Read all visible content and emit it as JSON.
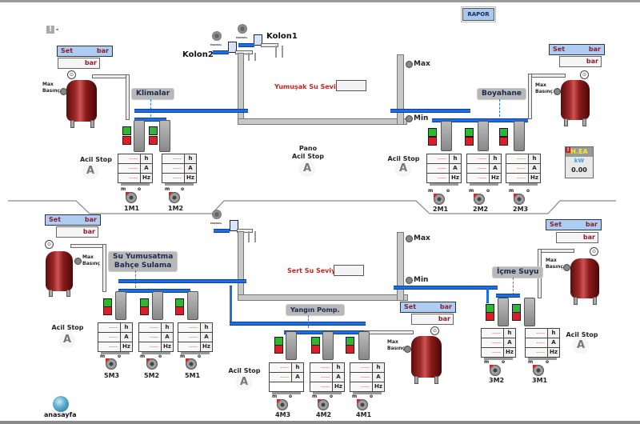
{
  "header": {
    "rapor_label": "RAPOR",
    "warning_icon": "warning-icon",
    "warning_text": "-"
  },
  "top_section": {
    "kolon1": "Kolon1",
    "kolon2": "Kolon2",
    "manual_label": "MANUAL",
    "soft_tank": {
      "level_label": "Yumuşak Su Seviye",
      "level_value": "",
      "max": "Max",
      "min": "Min"
    },
    "pano_acil_stop": {
      "line1": "Pano",
      "line2": "Acil Stop",
      "button": "A"
    },
    "left_group": {
      "name": "Klimalar",
      "set_label": "Set",
      "set_unit": "bar",
      "value": "",
      "value_unit": "bar",
      "max_basinc": [
        "Max",
        "Basınç"
      ],
      "acil_stop": "Acil Stop",
      "acil_button": "A",
      "motors": [
        {
          "name": "1M1",
          "h": "-----",
          "a": "-----",
          "hz": "-----"
        },
        {
          "name": "1M2",
          "h": "-----",
          "a": "-----",
          "hz": "-----"
        }
      ]
    },
    "right_group": {
      "name": "Boyahane",
      "set_label": "Set",
      "set_unit": "bar",
      "value": "",
      "value_unit": "bar",
      "max_basinc": [
        "Max",
        "Basınç"
      ],
      "acil_stop": "Acil Stop",
      "acil_button": "A",
      "motors": [
        {
          "name": "2M1",
          "h": "-----",
          "a": "-----",
          "hz": "-----"
        },
        {
          "name": "2M2",
          "h": "-----",
          "a": "-----",
          "hz": "-----"
        },
        {
          "name": "2M3",
          "h": "-----",
          "a": "-----",
          "hz": "-----"
        }
      ]
    },
    "hea": {
      "title": "H.EA",
      "unit": "kW",
      "value": "0.00"
    }
  },
  "bottom_section": {
    "manual_label": "MANUAL",
    "hard_tank": {
      "level_label": "Sert Su Seviye",
      "level_value": "",
      "max": "Max",
      "min": "Min"
    },
    "left_group": {
      "name_line1": "Su Yumusatma",
      "name_line2": "Bahçe Sulama",
      "set_label": "Set",
      "set_unit": "bar",
      "value": "",
      "value_unit": "bar",
      "max_basinc": [
        "Max",
        "Basınç"
      ],
      "acil_stop": "Acil Stop",
      "acil_button": "A",
      "motors": [
        {
          "name": "5M3",
          "h": "-----",
          "a": "-----",
          "hz": "-----"
        },
        {
          "name": "5M2",
          "h": "-----",
          "a": "-----",
          "hz": "-----"
        },
        {
          "name": "5M1",
          "h": "-----",
          "a": "-----",
          "hz": "-----"
        }
      ]
    },
    "middle_group": {
      "name": "Yangın Pomp.",
      "set_label": "Set",
      "set_unit": "bar",
      "value": "",
      "value_unit": "bar",
      "max_basinc": [
        "Max",
        "Basınç"
      ],
      "acil_stop": "Acil Stop",
      "acil_button": "A",
      "motors": [
        {
          "name": "4M3",
          "h": "-----",
          "a": "-----",
          "hz": ""
        },
        {
          "name": "4M2",
          "h": "-----",
          "a": "-----",
          "hz": "-----"
        },
        {
          "name": "4M1",
          "h": "-----",
          "a": "-----",
          "hz": "-----"
        }
      ]
    },
    "right_group": {
      "name": "İçme Suyu",
      "set_label": "Set",
      "set_unit": "bar",
      "value": "",
      "value_unit": "bar",
      "max_basinc": [
        "Max",
        "Basınç"
      ],
      "acil_stop": "Acil Stop",
      "acil_button": "A",
      "motors": [
        {
          "name": "3M2",
          "h": "-----",
          "a": "-----",
          "hz": "-----"
        },
        {
          "name": "3M1",
          "h": "-----",
          "a": "-----",
          "hz": "-----"
        }
      ]
    }
  },
  "units": {
    "h": "h",
    "a": "A",
    "hz": "Hz",
    "m": "m",
    "o": "o"
  },
  "footer": {
    "home_label": "anasayfa"
  },
  "colors": {
    "pipe_blue": "#1e6fe0",
    "vessel_red": "#8b1a1a",
    "run_green": "#2fb82f",
    "fault_red": "#d8202a",
    "text_red": "#d21e1e"
  }
}
